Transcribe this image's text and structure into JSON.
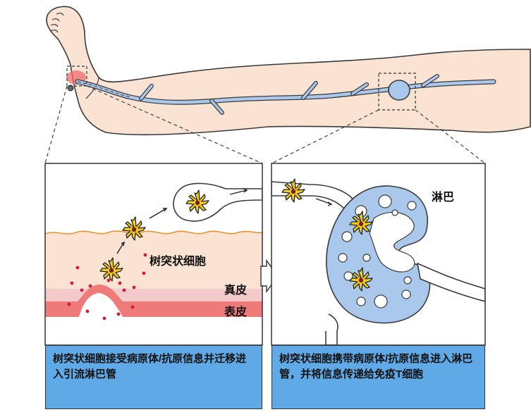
{
  "labels": {
    "dendritic_cell": "树突状细胞",
    "dermis": "真皮",
    "epidermis": "表皮",
    "lymph": "淋巴"
  },
  "captions": {
    "left": "树突状细胞接受病原体/抗原信息并迁移进入引流淋巴管",
    "right": "树突状细胞携带病原体/抗原信息进入淋巴管，并将信息传递给免疫T细胞"
  },
  "colors": {
    "skin": "#fbe3d3",
    "vessel": "#a9c8ec",
    "epidermis": "#ef7a7a",
    "dermis_band": "#f3c9c9",
    "caption_bg": "#5fa9e6",
    "cell": "#f2d11a",
    "dots": "#d6183d"
  }
}
